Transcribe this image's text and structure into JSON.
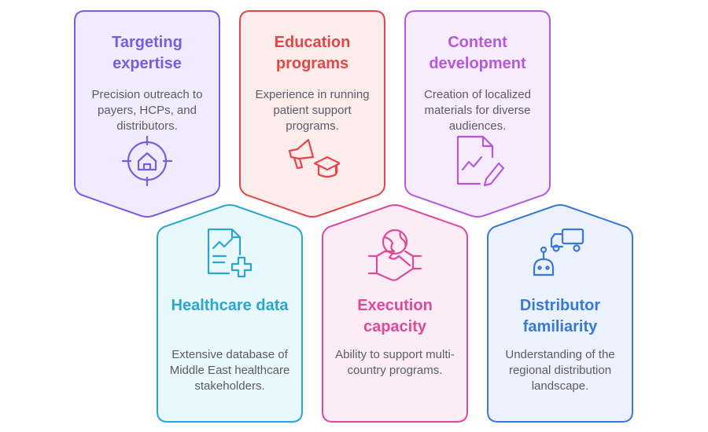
{
  "cards": [
    {
      "title": "Targeting expertise",
      "desc": "Precision outreach to payers, HCPs, and distributors.",
      "icon": "target-home-icon",
      "color": "#7a5ce0",
      "fill": "#f0ecfd"
    },
    {
      "title": "Education programs",
      "desc": "Experience in running patient support programs.",
      "icon": "megaphone-graduation-cap-icon",
      "color": "#e04848",
      "fill": "#fdecec"
    },
    {
      "title": "Content development",
      "desc": "Creation of localized materials for diverse audiences.",
      "icon": "document-chart-pencil-icon",
      "color": "#b45ad8",
      "fill": "#f7ecfd"
    },
    {
      "title": "Healthcare data",
      "desc": "Extensive database of Middle East healthcare stakeholders.",
      "icon": "medical-document-plus-icon",
      "color": "#2aa6cf",
      "fill": "#e8f8fc"
    },
    {
      "title": "Execution capacity",
      "desc": "Ability to support multi-country programs.",
      "icon": "globe-handshake-icon",
      "color": "#dc4a9a",
      "fill": "#fcecf5"
    },
    {
      "title": "Distributor familiarity",
      "desc": "Understanding of the regional distribution landscape.",
      "icon": "truck-robot-icon",
      "color": "#3a78d8",
      "fill": "#ebf2fd"
    }
  ]
}
